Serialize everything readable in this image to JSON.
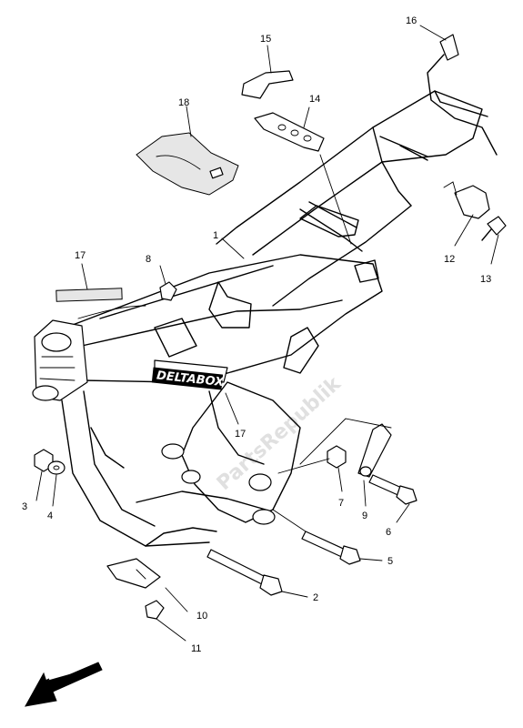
{
  "diagram": {
    "type": "exploded-parts-view",
    "subject": "frame",
    "frame_logo_text": "DELTABOX",
    "watermark_text": "PartsRepublik",
    "callouts": [
      "1",
      "2",
      "3",
      "4",
      "5",
      "6",
      "7",
      "8",
      "9",
      "10",
      "11",
      "12",
      "13",
      "14",
      "15",
      "16",
      "17",
      "17",
      "18"
    ],
    "direction_arrow_icon": "front-direction-arrow-icon"
  }
}
